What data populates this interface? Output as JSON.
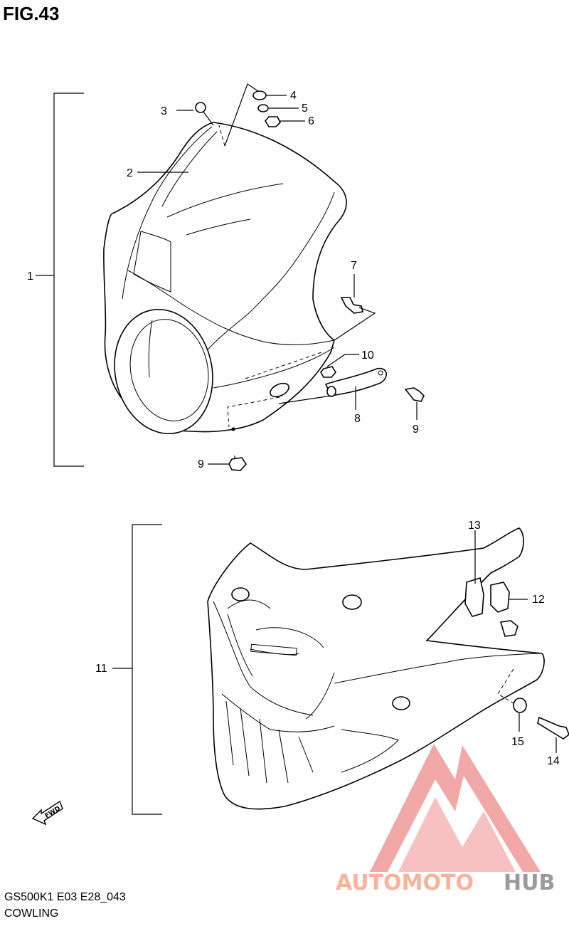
{
  "figure": {
    "title": "FIG.43"
  },
  "footer": {
    "model_code": "GS500K1  E03  E28_043",
    "section_name": "COWLING"
  },
  "callouts": [
    {
      "id": "1",
      "label": "1"
    },
    {
      "id": "2",
      "label": "2"
    },
    {
      "id": "3",
      "label": "3"
    },
    {
      "id": "4",
      "label": "4"
    },
    {
      "id": "5",
      "label": "5"
    },
    {
      "id": "6",
      "label": "6"
    },
    {
      "id": "7",
      "label": "7"
    },
    {
      "id": "8",
      "label": "8"
    },
    {
      "id": "9a",
      "label": "9"
    },
    {
      "id": "9b",
      "label": "9"
    },
    {
      "id": "10",
      "label": "10"
    },
    {
      "id": "11",
      "label": "11"
    },
    {
      "id": "12",
      "label": "12"
    },
    {
      "id": "13",
      "label": "13"
    },
    {
      "id": "14",
      "label": "14"
    },
    {
      "id": "15",
      "label": "15"
    }
  ],
  "direction_badge": {
    "label": "FWD"
  },
  "watermark": {
    "text_parts": [
      "AUTOMOTO",
      "HUB"
    ],
    "colors": {
      "accent": "#f8b39a",
      "pink": "#f29a9a",
      "gray": "#9a9a9a"
    }
  }
}
